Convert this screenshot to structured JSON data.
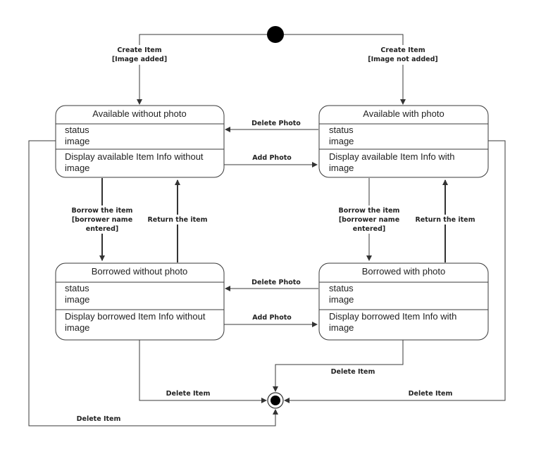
{
  "states": {
    "available_no_photo": {
      "name": "Available without photo",
      "attrs": [
        "status",
        "image"
      ],
      "activity": [
        "Display available Item Info without",
        "image"
      ]
    },
    "available_photo": {
      "name": "Available with photo",
      "attrs": [
        "status",
        "image"
      ],
      "activity": [
        "Display available Item Info with",
        "image"
      ]
    },
    "borrowed_no_photo": {
      "name": "Borrowed without photo",
      "attrs": [
        "status",
        "image"
      ],
      "activity": [
        "Display borrowed Item Info without",
        "image"
      ]
    },
    "borrowed_photo": {
      "name": "Borrowed with photo",
      "attrs": [
        "status",
        "image"
      ],
      "activity": [
        "Display borrowed Item Info with",
        "image"
      ]
    }
  },
  "transitions": {
    "create_no_photo": [
      "Create Item",
      "[Image added]"
    ],
    "create_photo": [
      "Create Item",
      "[Image not added]"
    ],
    "delete_photo_top": [
      "Delete Photo"
    ],
    "add_photo_top": [
      "Add Photo"
    ],
    "borrow_left": [
      "Borrow the item",
      "[borrower name",
      "entered]"
    ],
    "return_left": [
      "Return the item"
    ],
    "borrow_right": [
      "Borrow the item",
      "[borrower name",
      "entered]"
    ],
    "return_right": [
      "Return the item"
    ],
    "delete_photo_bottom": [
      "Delete Photo"
    ],
    "add_photo_bottom": [
      "Add Photo"
    ],
    "delete_item_right_top": [
      "Delete Item"
    ],
    "delete_item_mid": [
      "Delete Item"
    ],
    "delete_item_right": [
      "Delete Item"
    ],
    "delete_item_left": [
      "Delete Item"
    ]
  }
}
